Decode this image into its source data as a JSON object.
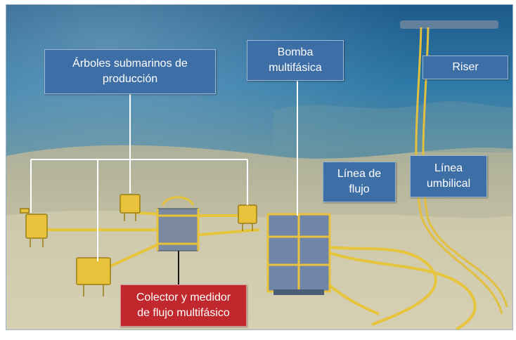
{
  "labels": {
    "arboles": [
      "Árboles submarinos de",
      "producción"
    ],
    "bomba": [
      "Bomba",
      "multifásica"
    ],
    "riser": [
      "Riser"
    ],
    "linea_flujo": [
      "Línea de",
      "flujo"
    ],
    "linea_umbilical": [
      "Línea",
      "umbilical"
    ],
    "colector": [
      "Colector y medidor",
      "de flujo multifásico"
    ]
  },
  "colors": {
    "label_blue": "#3d6ea6",
    "label_red": "#c0282d",
    "water_top": "#1f5f8f",
    "seabed": "#c9c3a6",
    "equipment_yellow": "#e8c23a",
    "pump_blue": "#6f86a8"
  },
  "icons": [
    "subsea-tree-icon",
    "manifold-icon",
    "pump-icon"
  ]
}
